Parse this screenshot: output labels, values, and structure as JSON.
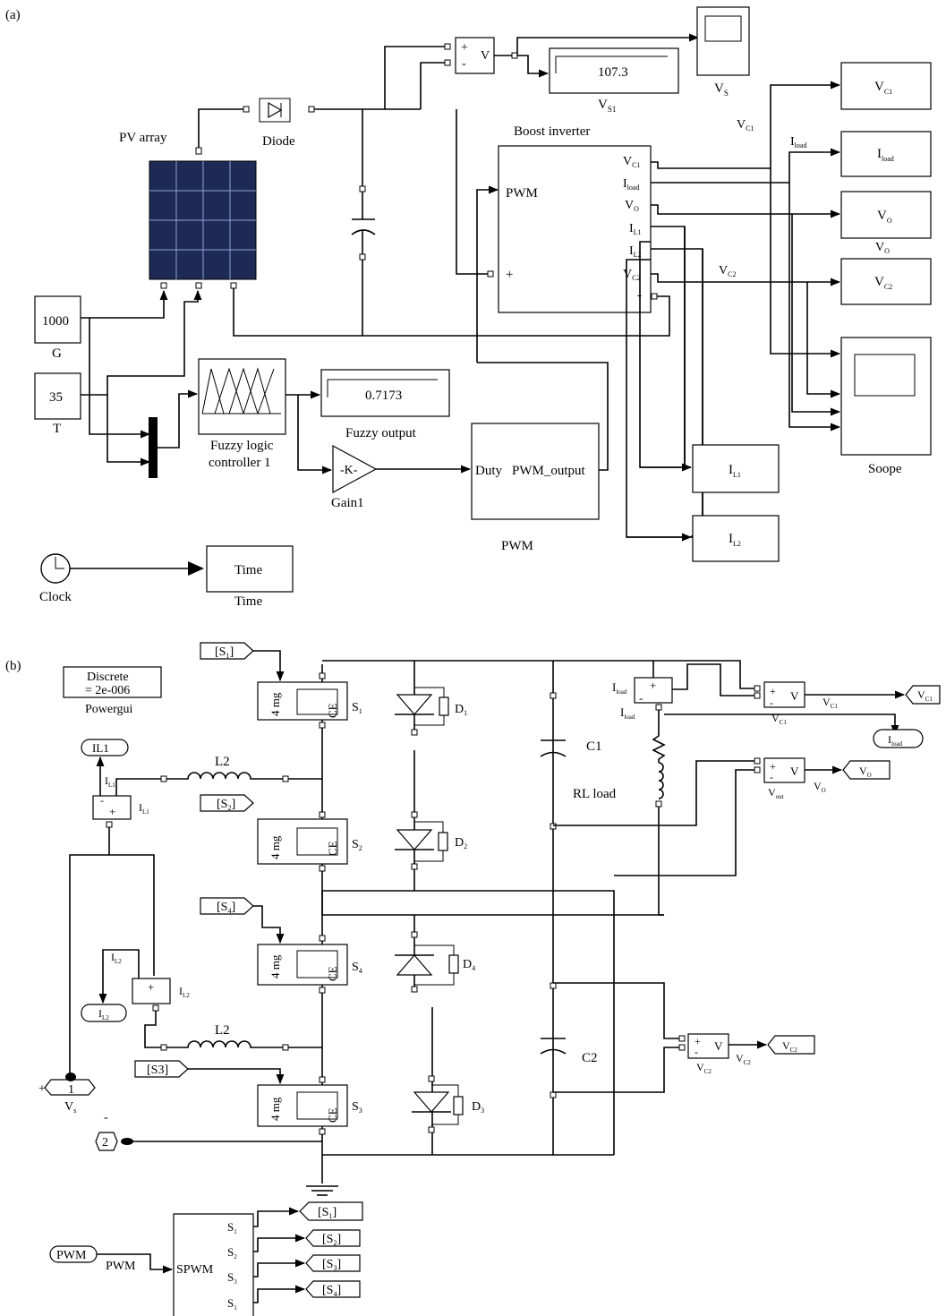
{
  "panel_a": {
    "label": "(a)",
    "pv_array": "PV array",
    "diode": "Diode",
    "boost_inverter": "Boost inverter",
    "scope_vs": "V",
    "scope_vs_sub": "S",
    "display_vs1_value": "107.3",
    "display_vs1": "V",
    "display_vs1_sub": "S1",
    "irradiance_value": "1000",
    "irradiance_label": "G",
    "temperature_value": "35",
    "temperature_label": "T",
    "fuzzy_controller": "Fuzzy logic",
    "fuzzy_controller_2": "controller 1",
    "fuzzy_output_value": "0.7173",
    "fuzzy_output": "Fuzzy output",
    "gain_value": "-K-",
    "gain_label": "Gain1",
    "pwm_block_in": "Duty",
    "pwm_block_out": "PWM_output",
    "pwm_block_label": "PWM",
    "clock": "Clock",
    "time_block": "Time",
    "time_label": "Time",
    "inverter_pwm": "PWM",
    "inverter_plus": "+",
    "inverter_minus": "-",
    "out_vc1": "V",
    "out_vc1_sub": "C1",
    "out_iload": "I",
    "out_iload_sub": "load",
    "out_vo": "V",
    "out_vo_sub": "O",
    "out_il1": "I",
    "out_il1_sub": "L1",
    "out_il2": "I",
    "out_il2_sub": "L2",
    "out_vc2": "V",
    "out_vc2_sub": "C2",
    "sum_plus": "+",
    "sum_minus": "-",
    "sum_v": "V",
    "sink_vc1": "V",
    "sink_vc1_sub": "C1",
    "sink_iload": "I",
    "sink_iload_sub": "load",
    "sink_vo": "V",
    "sink_vo_sub": "O",
    "sink_vc2": "V",
    "sink_vc2_sub": "C2",
    "sink_il1": "I",
    "sink_il1_sub": "L1",
    "sink_il2": "I",
    "sink_il2_sub": "L2",
    "scope": "Soope"
  },
  "panel_b": {
    "label": "(b)",
    "powergui_line1": "Discrete",
    "powergui_line2": "= 2e-006",
    "powergui": "Powergui",
    "tag_s1": "[S",
    "tag_s1_sub": "1",
    "tag_s1_close": "]",
    "tag_s2": "[S",
    "tag_s2_sub": "2",
    "tag_s2_close": "]",
    "tag_s4": "[S",
    "tag_s4_sub": "4",
    "tag_s4_close": "]",
    "tag_s3": "[S3]",
    "igbt_label": "4 mg",
    "igbt_ce": "CE",
    "sw_s1": "S",
    "sw_s1_sub": "1",
    "sw_s2": "S",
    "sw_s2_sub": "2",
    "sw_s4": "S",
    "sw_s4_sub": "4",
    "sw_s3": "S",
    "sw_s3_sub": "3",
    "d1": "D",
    "d1_sub": "1",
    "d2": "D",
    "d2_sub": "2",
    "d4": "D",
    "d4_sub": "4",
    "d3": "D",
    "d3_sub": "3",
    "il1_goto": "IL1",
    "il1_meas": "I",
    "il1_meas_sub": "L1",
    "il1_block": "I",
    "il1_block_sub": "L1",
    "l2_top": "L2",
    "l2_bottom": "L2",
    "il2_meas": "I",
    "il2_meas_sub": "L2",
    "il2_block": "I",
    "il2_block_sub": "L2",
    "il2_goto": "I",
    "il2_goto_sub": "L2",
    "c1": "C1",
    "c2": "C2",
    "rl_load": "RL load",
    "iload_meas": "I",
    "iload_meas_sub": "load",
    "iload_meas2": "I",
    "iload_meas2_sub": "load",
    "iload_goto": "I",
    "iload_goto_sub": "load",
    "vm_v": "V",
    "vm_vc1_label": "V",
    "vm_vc1_sub": "C1",
    "vc1_line": "V",
    "vc1_line_sub": "C1",
    "vc1_goto": "V",
    "vc1_goto_sub": "C1",
    "vm_vout_label": "V",
    "vm_vout_sub": "out",
    "vo_line": "V",
    "vo_line_sub": "O",
    "vo_goto": "V",
    "vo_goto_sub": "O",
    "vm_vc2_label": "V",
    "vm_vc2_sub": "C2",
    "vc2_line": "V",
    "vc2_line_sub": "C2",
    "vc2_goto": "V",
    "vc2_goto_sub": "C2",
    "port1": "1",
    "port1_plus": "+",
    "port1_label": "V",
    "port1_sub": "s",
    "port2": "2",
    "port2_minus": "-",
    "pwm_from": "PWM",
    "pwm_line": "PWM",
    "spwm": "SPWM",
    "spwm_s1": "S",
    "spwm_s1_sub": "1",
    "spwm_s2": "S",
    "spwm_s2_sub": "2",
    "spwm_s3": "S",
    "spwm_s3_sub": "3",
    "spwm_s4": "S",
    "spwm_s4_sub": "1",
    "goto_s1": "[S",
    "goto_s1_sub": "1",
    "goto_s1_close": "]",
    "goto_s2": "[S",
    "goto_s2_sub": "2",
    "goto_s2_close": "]",
    "goto_s3": "[S",
    "goto_s3_sub": "3",
    "goto_s3_close": "]",
    "goto_s4": "[S",
    "goto_s4_sub": "4",
    "goto_s4_close": "]"
  }
}
